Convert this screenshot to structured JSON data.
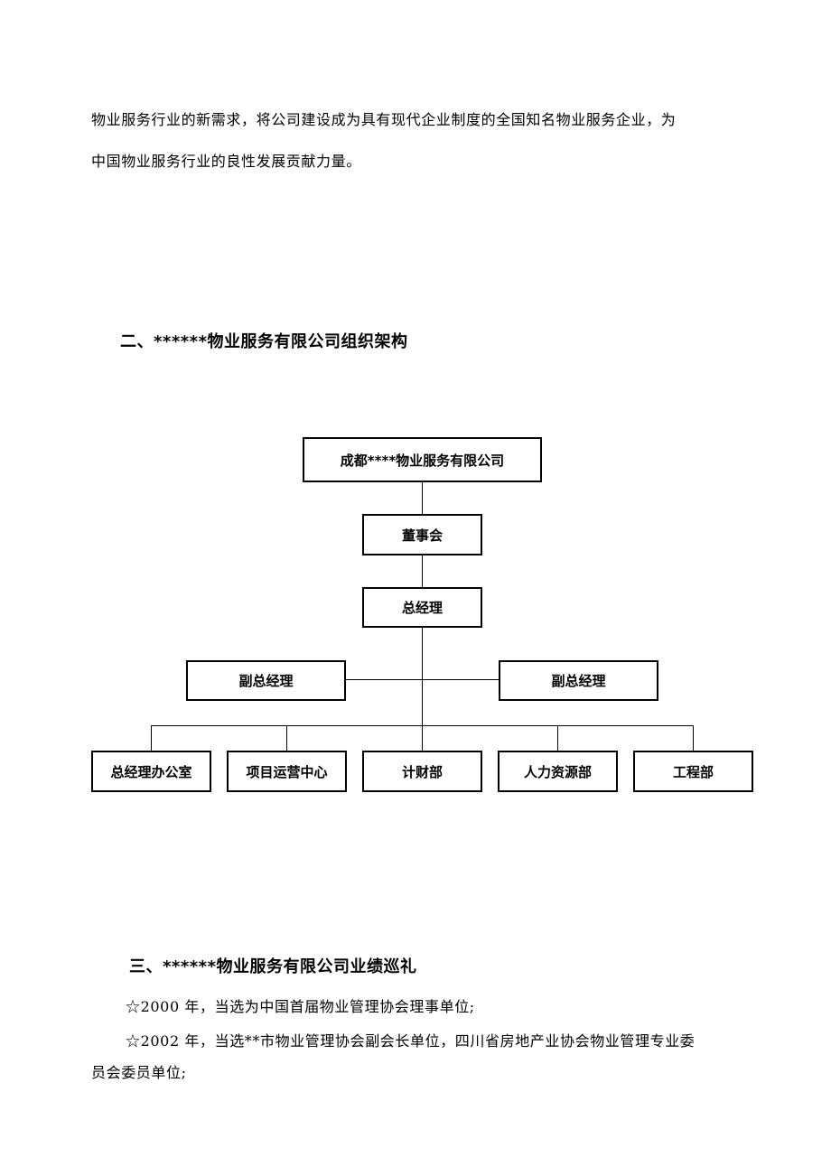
{
  "intro": {
    "line1": "物业服务行业的新需求，将公司建设成为具有现代企业制度的全国知名物业服务企业，为",
    "line2": "中国物业服务行业的良性发展贡献力量。"
  },
  "section2": {
    "heading": "二、******物业服务有限公司组织架构",
    "org_chart": {
      "company": "成都****物业服务有限公司",
      "board": "董事会",
      "general_manager": "总经理",
      "deputy_left": "副总经理",
      "deputy_right": "副总经理",
      "departments": [
        "总经理办公室",
        "项目运营中心",
        "计财部",
        "人力资源部",
        "工程部"
      ]
    }
  },
  "section3": {
    "heading": "三、******物业服务有限公司业绩巡礼",
    "item1": "☆2000 年，当选为中国首届物业管理协会理事单位;",
    "item2_line1": "☆2002 年，当选**市物业管理协会副会长单位，四川省房地产业协会物业管理专业委",
    "item2_line2": "员会委员单位;"
  }
}
